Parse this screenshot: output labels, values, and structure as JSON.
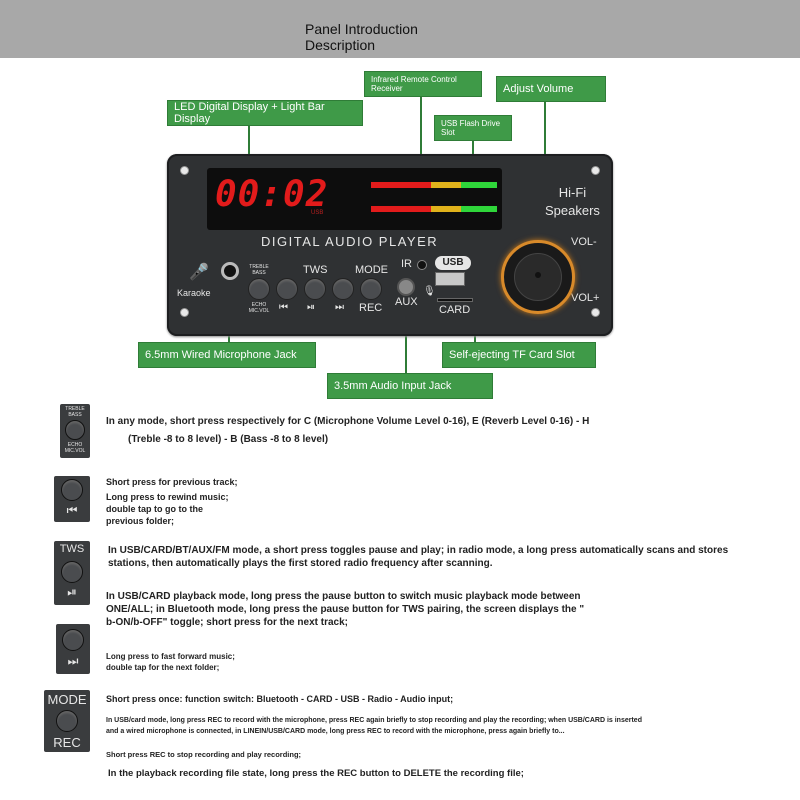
{
  "header": {
    "title": "Panel Introduction\nDescription"
  },
  "callouts": {
    "led": "LED Digital Display + Light Bar Display",
    "ir": "Infrared Remote Control\nReceiver",
    "usb_slot": "USB Flash Drive\nSlot",
    "volume": "Adjust Volume",
    "mic_jack": "6.5mm Wired Microphone Jack",
    "aux_jack": "3.5mm Audio Input Jack",
    "tf_slot": "Self-ejecting TF Card Slot"
  },
  "panel": {
    "time": "00:02",
    "usb_small": "USB",
    "brand": "DIGITAL  AUDIO  PLAYER",
    "hifi": "Hi-Fi\nSpeakers",
    "vol_minus": "VOL-",
    "vol_plus": "VOL+",
    "karaoke": "Karaoke",
    "treble_bass": "TREBLE\nBASS",
    "echo_micvol": "ECHO\nMIC.VOL",
    "tws": "TWS",
    "mode": "MODE",
    "rec": "REC",
    "ir": "IR",
    "usb": "USB",
    "aux": "AUX",
    "card": "CARD"
  },
  "rows": [
    {
      "icon_top": "TREBLE\nBASS",
      "icon_bottom": "ECHO\nMIC.VOL",
      "lines": [
        "In any mode, short press respectively for C (Microphone Volume Level 0-16), E (Reverb Level 0-16) - H",
        "(Treble -8 to 8 level) - B (Bass -8 to 8 level)"
      ]
    },
    {
      "icon_symbol": "⏮",
      "lines": [
        "Short press for previous track;",
        "Long press to rewind music;",
        "double tap to go to the",
        "previous folder;"
      ]
    },
    {
      "icon_top": "TWS",
      "icon_symbol": "⏯",
      "lines": [
        "In USB/CARD/BT/AUX/FM mode, a short press toggles pause and play; in radio mode, a long press automatically scans and stores",
        "stations, then automatically plays the first stored radio frequency after scanning.",
        "In USB/CARD playback mode, long press the pause button to switch music playback mode between",
        "ONE/ALL; in Bluetooth mode, long press the pause button for TWS pairing, the screen displays the \"",
        "b-ON/b-OFF\" toggle; short press for the next track;"
      ]
    },
    {
      "icon_symbol": "⏭",
      "lines": [
        "Long press to fast forward music;",
        "double tap for the next folder;"
      ]
    },
    {
      "icon_top": "MODE",
      "icon_bottom": "REC",
      "lines": [
        "Short press once: function switch: Bluetooth - CARD - USB - Radio - Audio input;",
        "In USB/card mode, long press REC to record with the microphone, press REC again briefly to stop recording and play the recording; when USB/CARD is inserted",
        "and a wired microphone is connected, in LINEIN/USB/CARD mode, long press REC to record with the microphone, press again briefly to...",
        "Short press REC to stop recording and play recording;",
        "In the playback recording file state, long press the REC button to DELETE the recording file;"
      ]
    }
  ],
  "colors": {
    "header_bg": "#a8a8a8",
    "callout_bg": "#3f9a48",
    "led_red": "#e21b1b",
    "knob_ring": "#d88a2a"
  }
}
